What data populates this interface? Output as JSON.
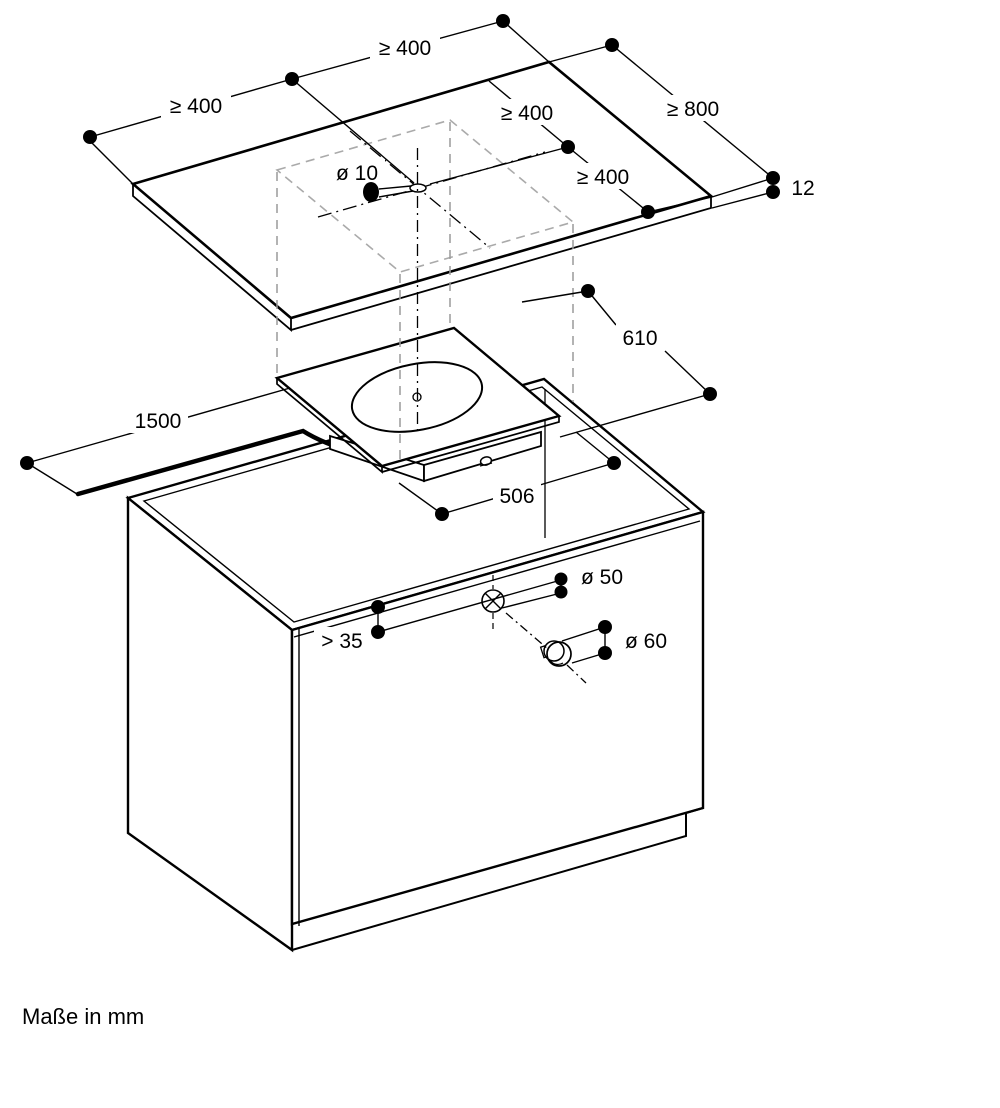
{
  "figure": {
    "unit_note": "Maße in mm",
    "labels": {
      "min400_topleft": "≥ 400",
      "min400_topcenter": "≥ 400",
      "min800": "≥ 800",
      "min400_center": "≥ 400",
      "min400_right": "≥ 400",
      "thickness12": "12",
      "hole10": "ø 10",
      "depth610": "610",
      "cable1500": "1500",
      "width506": "506",
      "hole50": "ø 50",
      "clearance35": "> 35",
      "knob60": "ø 60"
    },
    "colors": {
      "line": "#000000",
      "dashed_gray": "#9a9a9a",
      "background": "#ffffff"
    }
  }
}
